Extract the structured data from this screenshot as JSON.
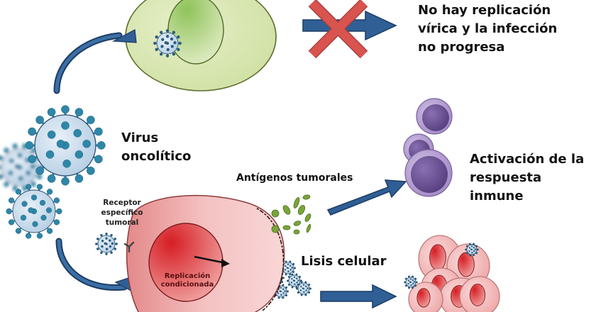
{
  "diagram": {
    "title": "Mecanismo de acción del virus oncolítico",
    "labels": {
      "no_replication": [
        "No hay replicación",
        "vírica y la infección",
        "no progresa"
      ],
      "virus": [
        "Virus",
        "oncolítico"
      ],
      "receptor": [
        "Receptor",
        "específico",
        "tumoral"
      ],
      "antigens": "Antígenos tumorales",
      "immune": [
        "Activación de la",
        "respuesta inmune"
      ],
      "lysis": "Lisis celular",
      "conditional_replication": [
        "Replicación",
        "condicionada"
      ]
    },
    "colors": {
      "arrow_blue": "#2f5f95",
      "arrow_outline": "#1d3c63",
      "cross_red": "#d9534f",
      "healthy_cell": "#d9e8b4",
      "healthy_nucleus": "#a9cf74",
      "tumor_cell": "#f2b6b6",
      "tumor_nucleus": "#d9383b",
      "virus_body": "#cfe0ef",
      "virus_spike": "#2e86a8",
      "antigen_green": "#7aa53a",
      "immune_cell": "#b9a3d3",
      "immune_nucleus": "#6c5494"
    }
  }
}
